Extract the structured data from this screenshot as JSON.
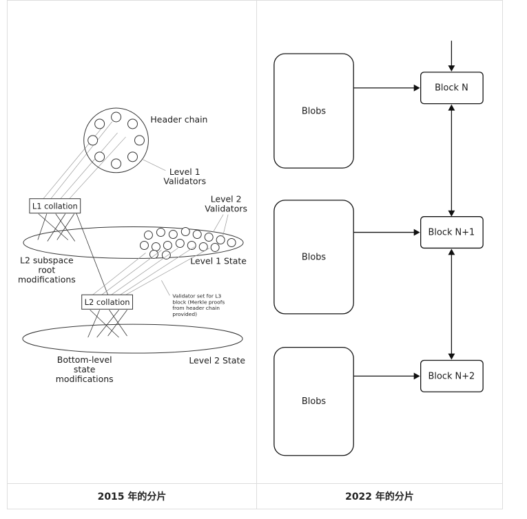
{
  "captions": {
    "left": "2015 年的分片",
    "right": "2022 年的分片"
  },
  "colors": {
    "shape_stroke": "#333333",
    "connector": "#999999",
    "border": "#dddddd",
    "arrow": "#111111"
  },
  "diagram_2015": {
    "header_chain_label": "Header chain",
    "level1_validators_lines": [
      "Level 1",
      "Validators"
    ],
    "l1_collation_label": "L1 collation",
    "level2_validators_lines": [
      "Level 2",
      "Validators"
    ],
    "l2_subspace_lines": [
      "L2 subspace",
      "root",
      "modifications"
    ],
    "level1_state_label": "Level 1 State",
    "l2_collation_label": "L2 collation",
    "annotation_lines": [
      "Validator set for L3",
      "block (Merkle proofs",
      "from header chain",
      "provided)"
    ],
    "bottom_level_lines": [
      "Bottom-level",
      "state",
      "modifications"
    ],
    "level2_state_label": "Level 2 State"
  },
  "diagram_2022": {
    "blobs": [
      {
        "label": "Blobs"
      },
      {
        "label": "Blobs"
      },
      {
        "label": "Blobs"
      }
    ],
    "blocks": [
      {
        "label": "Block N"
      },
      {
        "label": "Block N+1"
      },
      {
        "label": "Block N+2"
      }
    ]
  }
}
